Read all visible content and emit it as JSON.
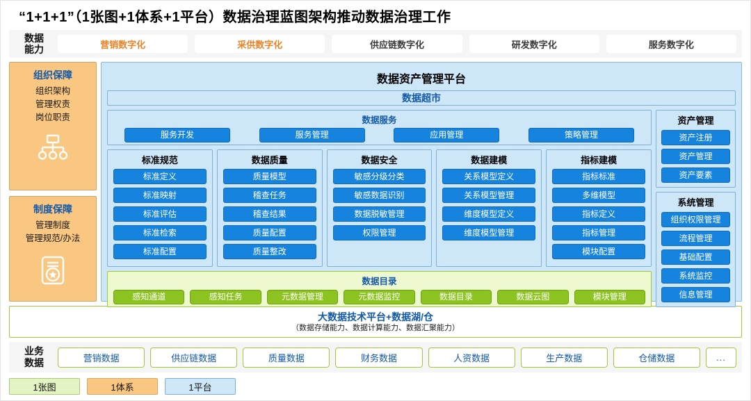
{
  "title": "“1+1+1”（1张图+1体系+1平台）数据治理蓝图架构推动数据治理工作",
  "capability": {
    "label_line1": "数据",
    "label_line2": "能力",
    "items": [
      {
        "label": "营销数字化",
        "accent": true
      },
      {
        "label": "采供数字化",
        "accent": true
      },
      {
        "label": "供应链数字化",
        "accent": false
      },
      {
        "label": "研发数字化",
        "accent": false
      },
      {
        "label": "服务数字化",
        "accent": false
      }
    ]
  },
  "left_column": {
    "cards": [
      {
        "title": "组织保障",
        "items": [
          "组织架构",
          "管理权责",
          "岗位职责"
        ],
        "icon": "org-chart-icon"
      },
      {
        "title": "制度保障",
        "items": [
          "管理制度",
          "管理规范/办法"
        ],
        "icon": "policy-document-icon"
      }
    ]
  },
  "platform": {
    "title": "数据资产管理平台",
    "market": "数据超市",
    "service": {
      "title": "数据服务",
      "items": [
        "服务开发",
        "服务管理",
        "应用管理",
        "策略管理"
      ]
    },
    "columns": [
      {
        "title": "标准规范",
        "items": [
          "标准定义",
          "标准映射",
          "标准评估",
          "标准检索",
          "标准配置"
        ]
      },
      {
        "title": "数据质量",
        "items": [
          "质量模型",
          "稽查任务",
          "稽查结果",
          "质量配置",
          "质量整改"
        ]
      },
      {
        "title": "数据安全",
        "items": [
          "敏感分级分类",
          "敏感数据识别",
          "数据脱敏管理",
          "权限管理"
        ]
      },
      {
        "title": "数据建模",
        "items": [
          "关系模型定义",
          "关系模型管理",
          "维度模型定义",
          "维度模型管理"
        ]
      },
      {
        "title": "指标建模",
        "items": [
          "指标标准",
          "多维模型",
          "指标定义",
          "指标管理",
          "模块配置"
        ]
      }
    ],
    "catalog": {
      "title": "数据目录",
      "items": [
        "感知通道",
        "感知任务",
        "元数据管理",
        "元数据监控",
        "数据目录",
        "数据云图",
        "模块管理"
      ]
    },
    "right_boxes": [
      {
        "title": "资产管理",
        "items": [
          "资产注册",
          "资产管理",
          "资产要素"
        ]
      },
      {
        "title": "系统管理",
        "items": [
          "组织权限管理",
          "流程管理",
          "基础配置",
          "系统监控",
          "信息管理"
        ]
      }
    ]
  },
  "bigdata": {
    "title": "大数据技术平台+数据湖/仓",
    "subtitle": "（数据存储能力、数据计算能力、数据汇聚能力）"
  },
  "business": {
    "label_line1": "业务",
    "label_line2": "数据",
    "items": [
      "营销数据",
      "供应链数据",
      "质量数据",
      "财务数据",
      "人资数据",
      "生产数据",
      "仓储数据",
      "..."
    ]
  },
  "legend": [
    {
      "label": "1张图",
      "color": "#e4f3c4"
    },
    {
      "label": "1体系",
      "color": "#fac782"
    },
    {
      "label": "1平台",
      "color": "#cde7f9"
    }
  ],
  "colors": {
    "accent_orange": "#e8832a",
    "blue_button": "#1683de",
    "green_button": "#8dc320",
    "panel_blue": "#cde7f9",
    "panel_orange": "#fac782",
    "heading_blue": "#1359a8"
  }
}
